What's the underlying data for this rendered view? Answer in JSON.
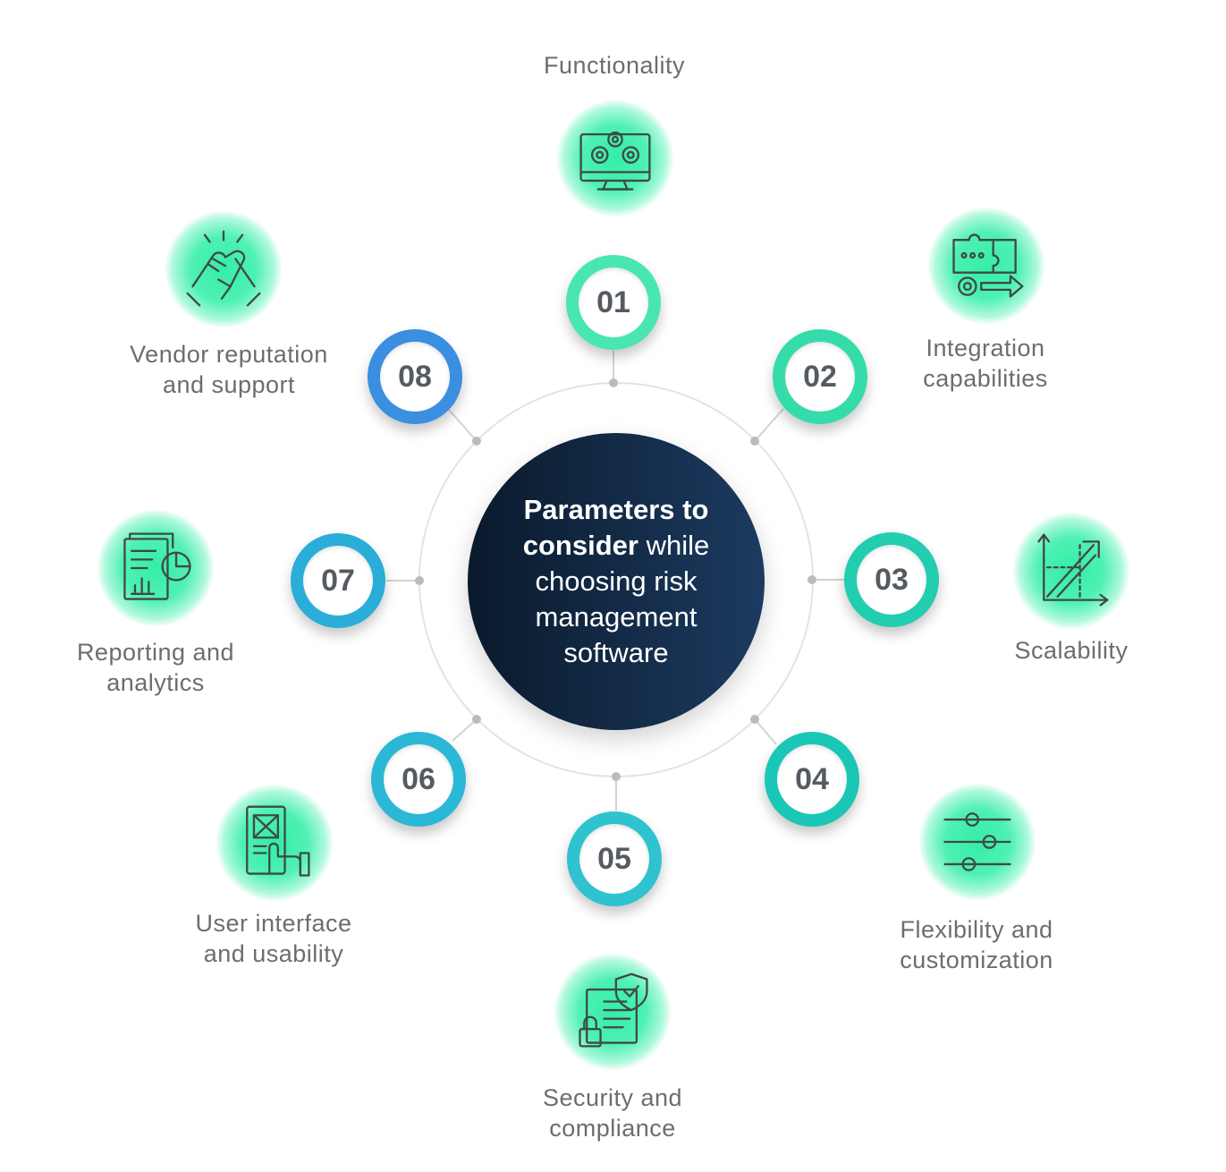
{
  "center": {
    "title_bold": "Parameters to consider",
    "title_rest": "while choosing risk management software"
  },
  "items": [
    {
      "number": "01",
      "label_line1": "Functionality",
      "label_line2": "",
      "icon": "monitor-gears-icon",
      "color": "#49e6b4"
    },
    {
      "number": "02",
      "label_line1": "Integration",
      "label_line2": "capabilities",
      "icon": "puzzle-gear-icon",
      "color": "#35dca9"
    },
    {
      "number": "03",
      "label_line1": "Scalability",
      "label_line2": "",
      "icon": "growth-chart-icon",
      "color": "#22cdb0"
    },
    {
      "number": "04",
      "label_line1": "Flexibility and",
      "label_line2": "customization",
      "icon": "sliders-icon",
      "color": "#1ac7b6"
    },
    {
      "number": "05",
      "label_line1": "Security and",
      "label_line2": "compliance",
      "icon": "shield-document-lock-icon",
      "color": "#2ec3cf"
    },
    {
      "number": "06",
      "label_line1": "User interface",
      "label_line2": "and usability",
      "icon": "tablet-hand-icon",
      "color": "#2bb7d6"
    },
    {
      "number": "07",
      "label_line1": "Reporting and",
      "label_line2": "analytics",
      "icon": "report-chart-icon",
      "color": "#2aaed9"
    },
    {
      "number": "08",
      "label_line1": "Vendor reputation",
      "label_line2": "and support",
      "icon": "handshake-icon",
      "color": "#3a8fe0"
    }
  ]
}
